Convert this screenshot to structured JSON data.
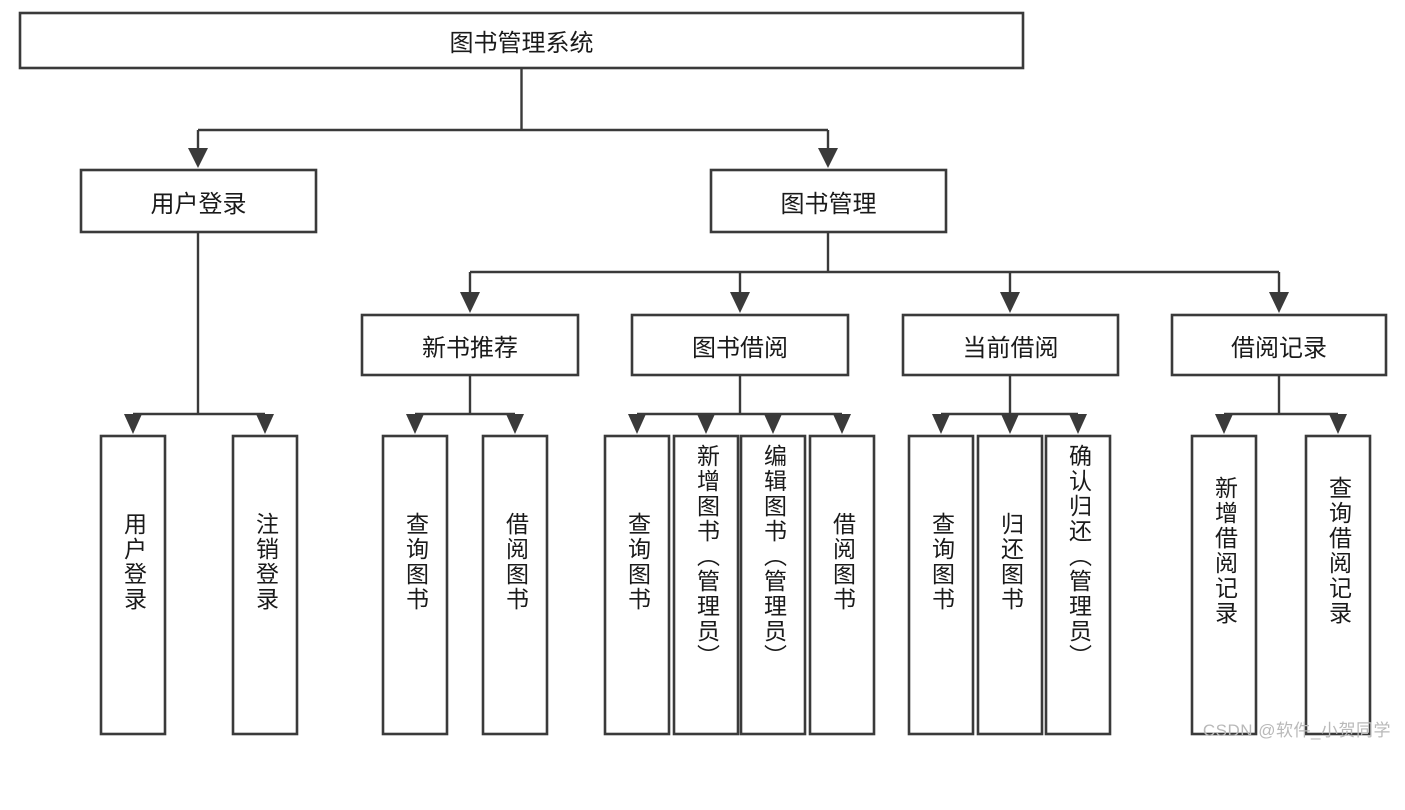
{
  "diagram": {
    "type": "tree-hierarchy",
    "title": "图书管理系统",
    "orientation": "top-down",
    "colors": {
      "box_stroke": "#3a3a3a",
      "box_fill": "#ffffff",
      "connector": "#3a3a3a",
      "text": "#1a1a1a",
      "watermark": "#b9b9b9",
      "background": "#ffffff"
    },
    "root": {
      "label": "图书管理系统"
    },
    "level2": [
      {
        "label": "用户登录"
      },
      {
        "label": "图书管理"
      }
    ],
    "level3": [
      {
        "label": "新书推荐"
      },
      {
        "label": "图书借阅"
      },
      {
        "label": "当前借阅"
      },
      {
        "label": "借阅记录"
      }
    ],
    "leaves": {
      "user_login": [
        {
          "label": "用户登录"
        },
        {
          "label": "注销登录"
        }
      ],
      "new_book_recommend": [
        {
          "label": "查询图书"
        },
        {
          "label": "借阅图书"
        }
      ],
      "book_borrow": [
        {
          "label": "查询图书"
        },
        {
          "label": "新增图书（管理员）"
        },
        {
          "label": "编辑图书（管理员）"
        },
        {
          "label": "借阅图书"
        }
      ],
      "current_borrow": [
        {
          "label": "查询图书"
        },
        {
          "label": "归还图书"
        },
        {
          "label": "确认归还（管理员）"
        }
      ],
      "borrow_records": [
        {
          "label": "新增借阅记录"
        },
        {
          "label": "查询借阅记录"
        }
      ]
    },
    "watermark": "CSDN @软件_小贺同学"
  }
}
